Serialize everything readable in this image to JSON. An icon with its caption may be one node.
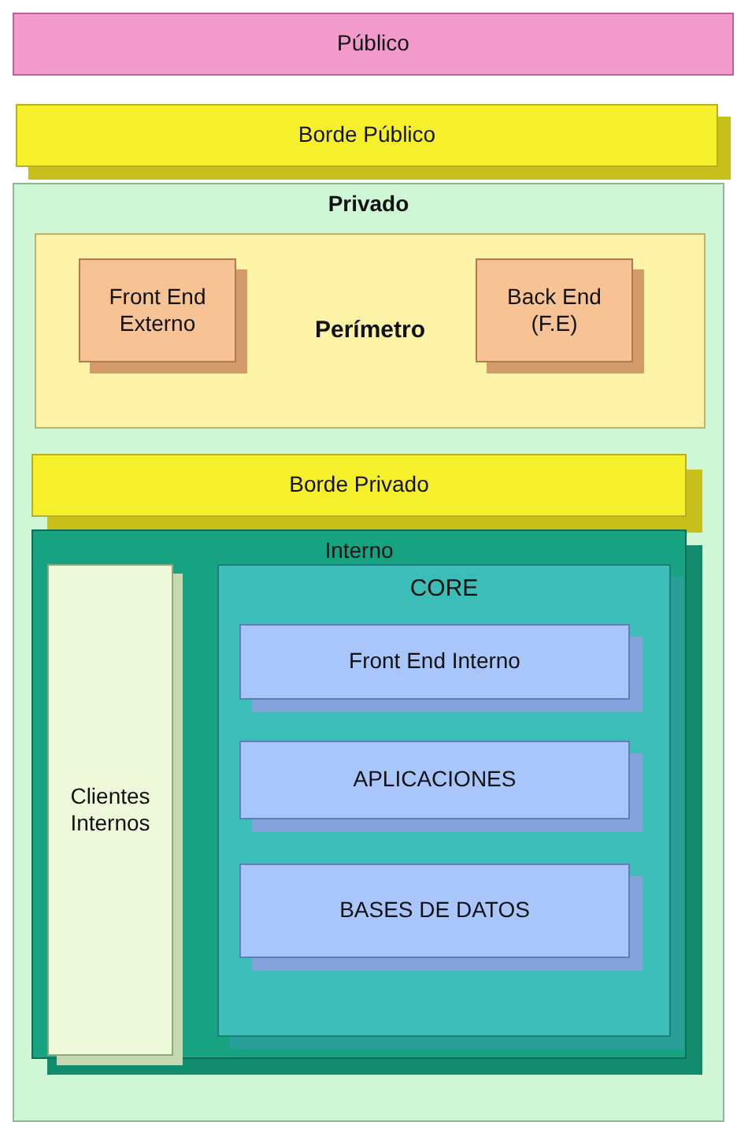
{
  "diagram": {
    "nodes": [
      {
        "text": [
          "Público"
        ]
      },
      {
        "text": [
          "Borde Público"
        ]
      },
      {
        "text": [
          "Privado"
        ]
      },
      {
        "text": [
          "Perímetro"
        ],
        "in": 2
      },
      {
        "text": [
          "Front End Externo"
        ],
        "in": 3
      },
      {
        "text": [
          "Back End (F.E)"
        ],
        "in": 3
      },
      {
        "text": [
          "Borde Privado"
        ],
        "in": 2
      },
      {
        "text": [
          "Interno"
        ],
        "in": 2
      },
      {
        "text": [
          "Clientes Internos"
        ],
        "in": 7
      },
      {
        "text": [
          "CORE"
        ],
        "in": 7
      },
      {
        "text": [
          "Front End Interno"
        ],
        "in": 9
      },
      {
        "text": [
          "APLICACIONES"
        ],
        "in": 9
      },
      {
        "text": [
          "BASES DE DATOS"
        ],
        "in": 9
      }
    ]
  }
}
